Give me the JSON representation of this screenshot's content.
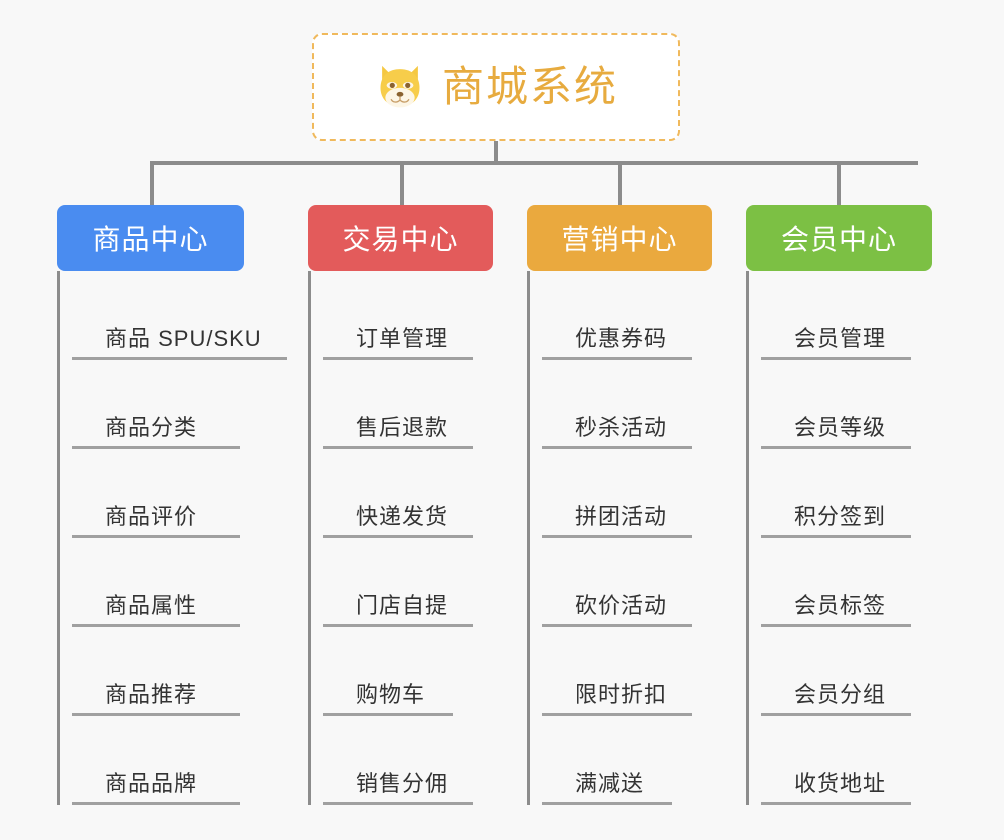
{
  "page": {
    "background_color": "#f8f8f8",
    "type": "org-chart-mindmap"
  },
  "root": {
    "title": "商城系统",
    "icon": "shiba-dog-face-icon",
    "text_color": "#e7ab3f",
    "border_color": "#f0b95c",
    "background_color": "#ffffff"
  },
  "branches": [
    {
      "label": "商品中心",
      "color": "#4a8cf0",
      "items": [
        "商品 SPU/SKU",
        "商品分类",
        "商品评价",
        "商品属性",
        "商品推荐",
        "商品品牌"
      ]
    },
    {
      "label": "交易中心",
      "color": "#e35b5b",
      "items": [
        "订单管理",
        "售后退款",
        "快递发货",
        "门店自提",
        "购物车",
        "销售分佣"
      ]
    },
    {
      "label": "营销中心",
      "color": "#eaa93e",
      "items": [
        "优惠券码",
        "秒杀活动",
        "拼团活动",
        "砍价活动",
        "限时折扣",
        "满减送"
      ]
    },
    {
      "label": "会员中心",
      "color": "#7cc044",
      "items": [
        "会员管理",
        "会员等级",
        "积分签到",
        "会员标签",
        "会员分组",
        "收货地址"
      ]
    }
  ],
  "connector_color": "#8c8c8c",
  "leaf_rule_color": "#a0a0a0",
  "leaf_text_color": "#333333"
}
